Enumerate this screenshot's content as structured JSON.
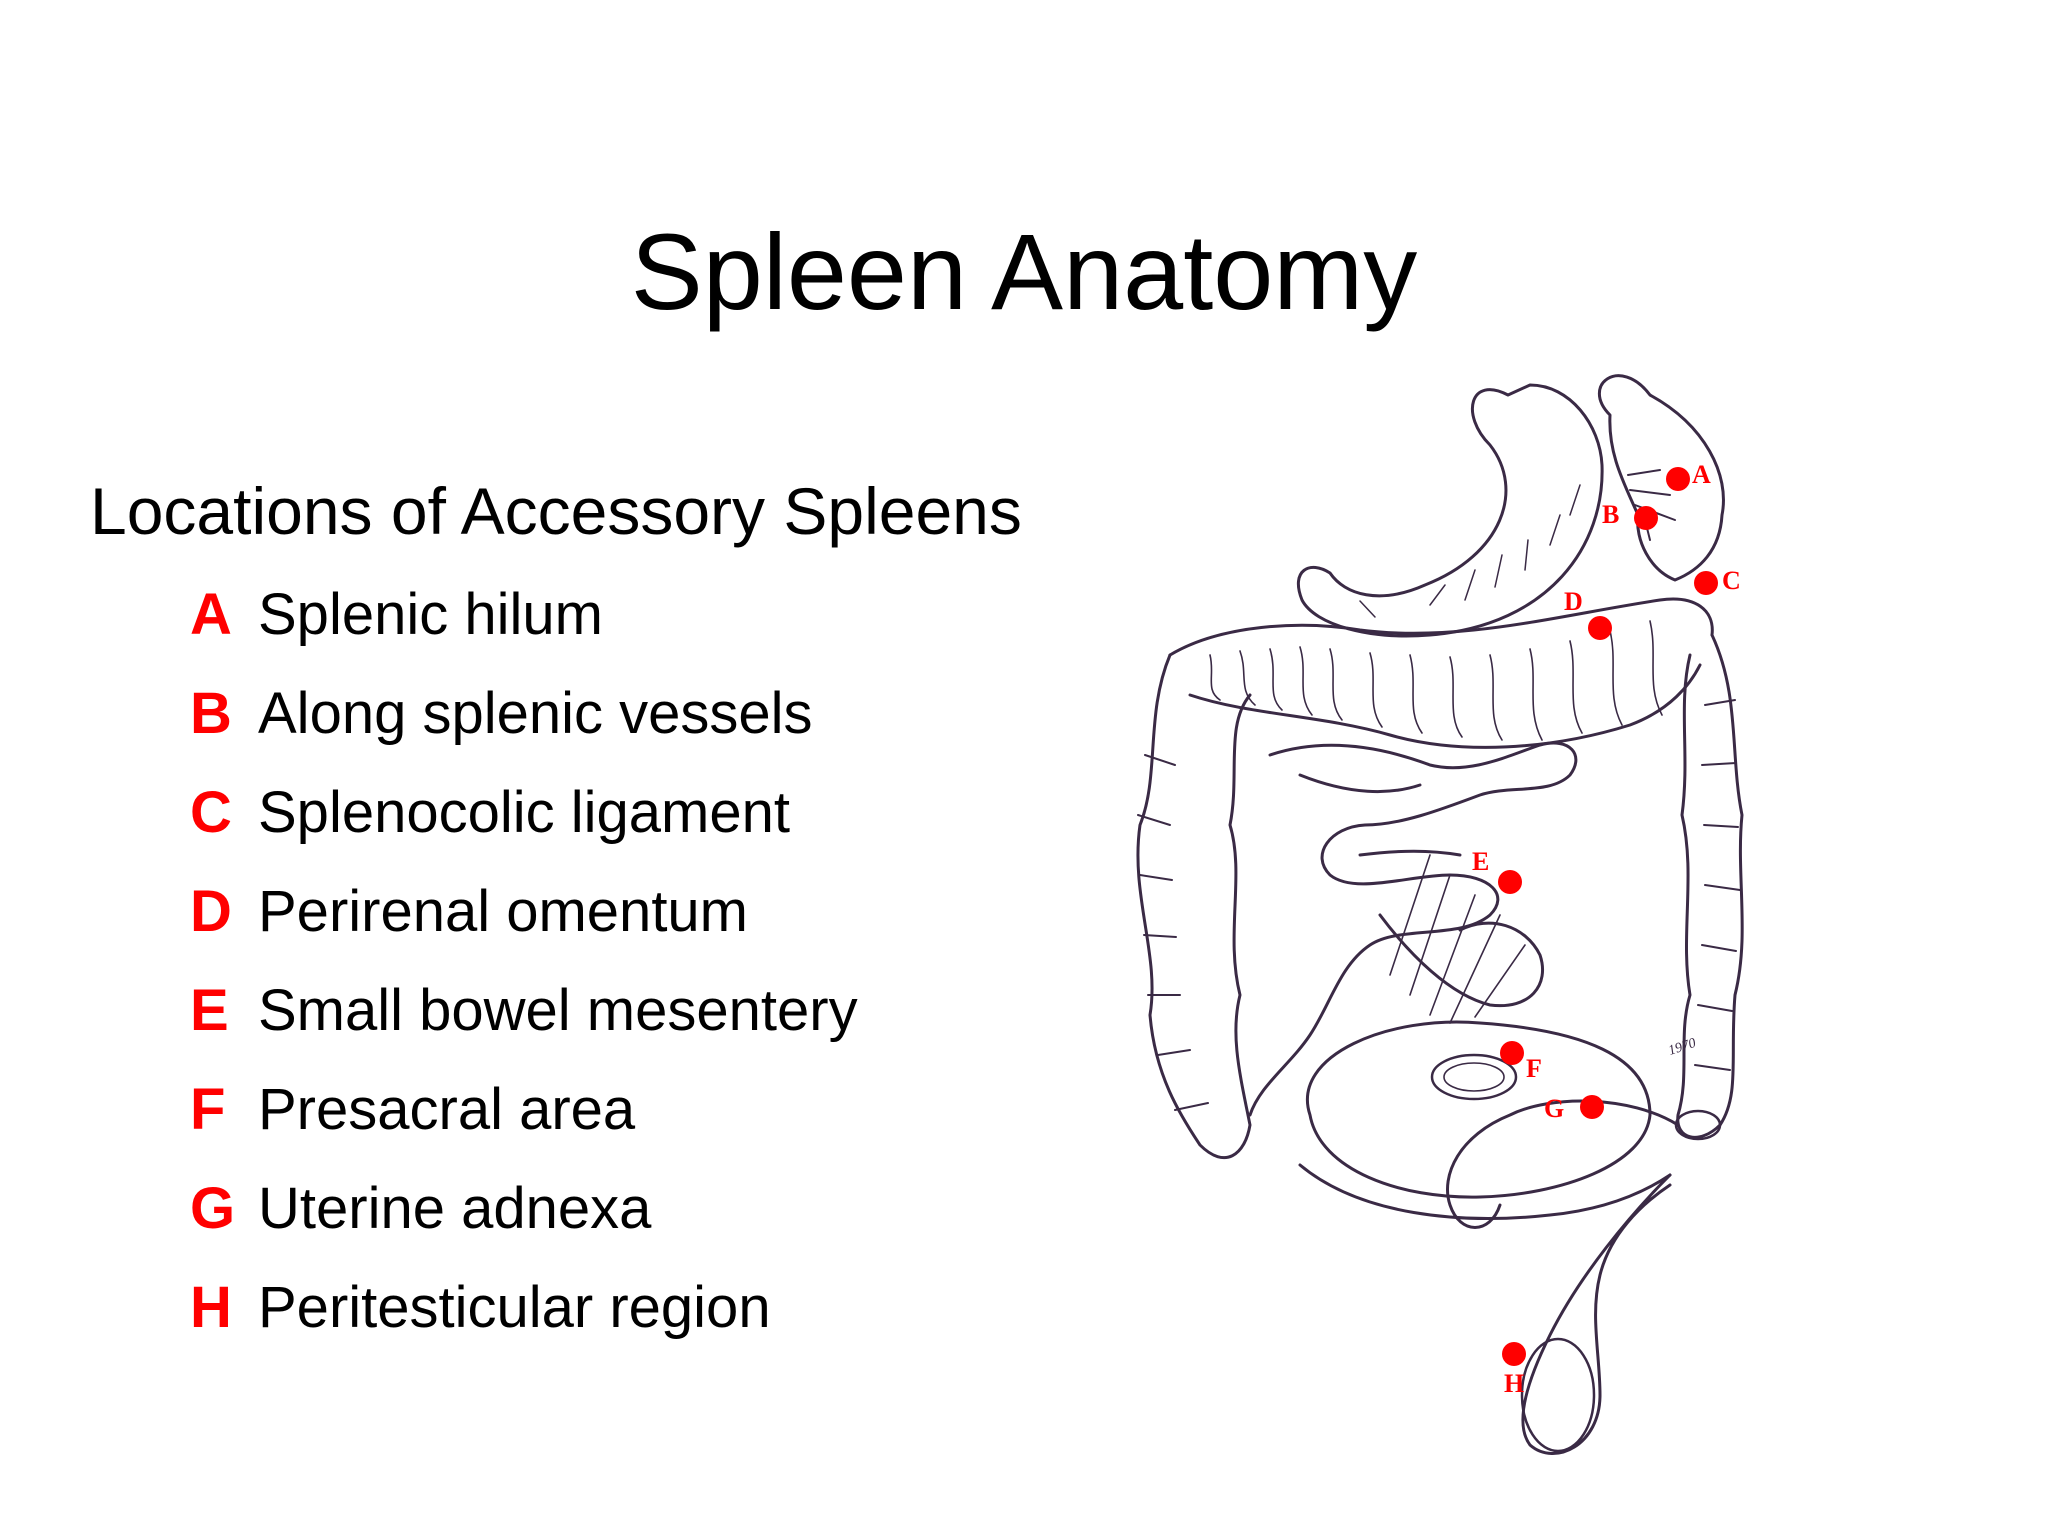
{
  "slide": {
    "title": "Spleen Anatomy",
    "subtitle": "Locations of Accessory Spleens",
    "accent_color": "#ff0000",
    "legend": [
      {
        "letter": "A",
        "text": "Splenic hilum"
      },
      {
        "letter": "B",
        "text": "Along splenic vessels"
      },
      {
        "letter": "C",
        "text": "Splenocolic ligament"
      },
      {
        "letter": "D",
        "text": "Perirenal omentum"
      },
      {
        "letter": "E",
        "text": "Small bowel mesentery"
      },
      {
        "letter": "F",
        "text": "Presacral area"
      },
      {
        "letter": "G",
        "text": "Uterine adnexa"
      },
      {
        "letter": "H",
        "text": "Peritesticular region"
      }
    ]
  },
  "diagram": {
    "markers": [
      "A",
      "B",
      "C",
      "D",
      "E",
      "F",
      "G",
      "H"
    ],
    "signature": "1970"
  }
}
